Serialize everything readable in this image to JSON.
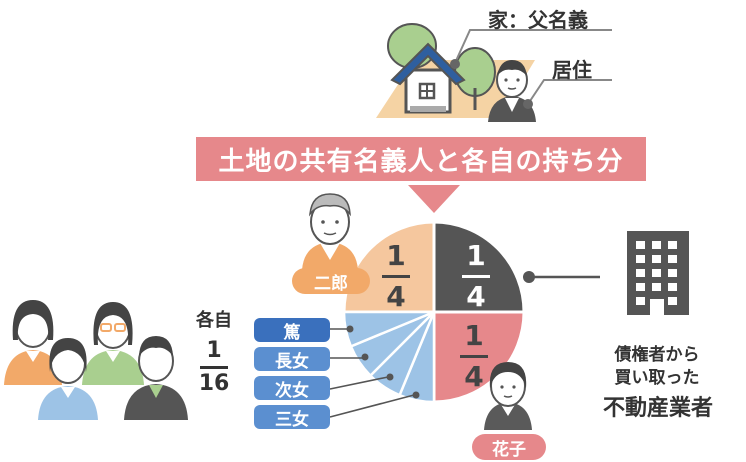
{
  "banner": {
    "title": "土地の共有名義人と各自の持ち分"
  },
  "house": {
    "ownership_label": "家：父名義",
    "residence_label": "居住"
  },
  "pie": {
    "jiro": {
      "name": "二郎",
      "num": "1",
      "den": "4",
      "color": "#f5c79e"
    },
    "company": {
      "num": "1",
      "den": "4",
      "color": "#555555"
    },
    "hanako": {
      "name": "花子",
      "num": "1",
      "den": "4",
      "color": "#e6888b"
    },
    "daughters_color": "#9dc3e6"
  },
  "siblings": {
    "label": "各自",
    "num": "1",
    "den": "16",
    "names": [
      "篤",
      "長女",
      "次女",
      "三女"
    ]
  },
  "buyer": {
    "line1": "債権者から",
    "line2": "買い取った",
    "line3": "不動産業者"
  },
  "colors": {
    "blue": "#5b8fd0",
    "blue_dark": "#3a70bd",
    "orange": "#f2a969",
    "pink": "#e6888b",
    "gray": "#555555"
  }
}
